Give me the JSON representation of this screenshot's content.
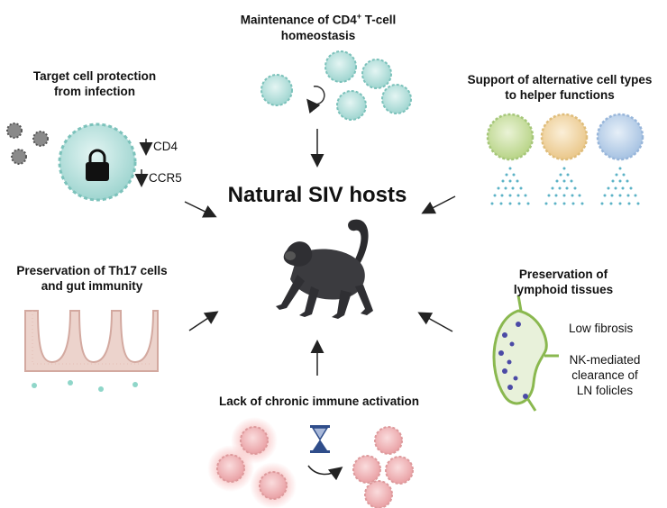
{
  "center": {
    "title": "Natural SIV hosts"
  },
  "top": {
    "title_line1": "Maintenance of CD4",
    "title_sup": "+",
    "title_line1_end": " T-cell",
    "title_line2": "homeostasis"
  },
  "top_left": {
    "title_line1": "Target cell protection",
    "title_line2": "from infection",
    "marker1": "CD4",
    "marker2": "CCR5"
  },
  "top_right": {
    "title_line1": "Support of alternative cell types",
    "title_line2": "to helper functions"
  },
  "mid_left": {
    "title_line1": "Preservation of Th17 cells",
    "title_line2": "and gut immunity"
  },
  "mid_right": {
    "title_line1": "Preservation of",
    "title_line2": "lymphoid tissues",
    "note1": "Low fibrosis",
    "note2_line1": "NK-mediated",
    "note2_line2": "clearance of",
    "note2_line3": "LN folicles"
  },
  "bottom": {
    "title": "Lack of chronic immune activation"
  },
  "colors": {
    "teal_cell": "#b9e3e0",
    "green_cell": "#cfe3a8",
    "orange_cell": "#f3d9a6",
    "blue_cell": "#bcd3ea",
    "pink_cell": "#f3b9bb",
    "hourglass": "#2f4d8a",
    "lymph_node": "#9cc25a",
    "gut": "#e9c9c1"
  }
}
